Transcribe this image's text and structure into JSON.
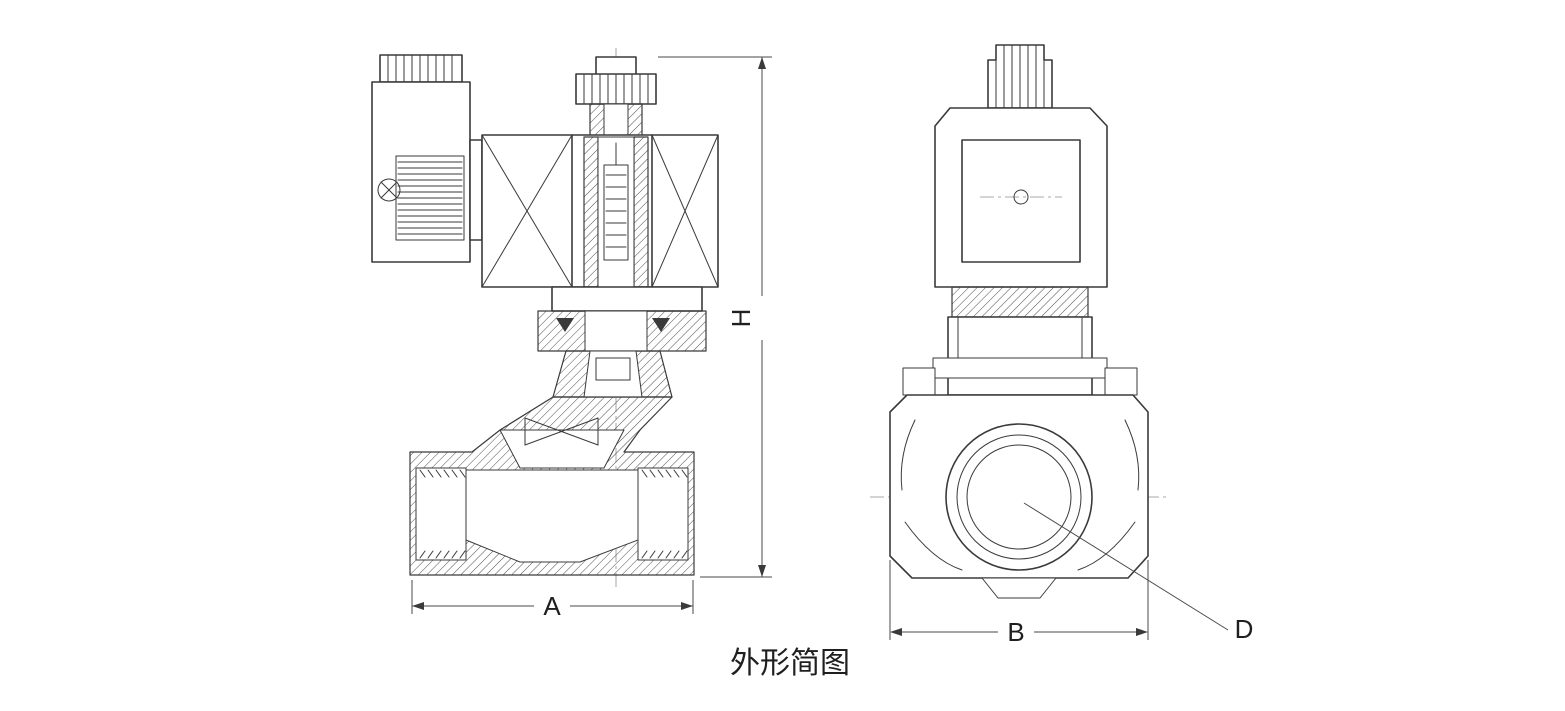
{
  "page": {
    "caption": "外形简图"
  },
  "dimensions": {
    "height": "H",
    "width_front": "A",
    "width_side": "B",
    "port_diameter": "D"
  },
  "colors": {
    "line": "#3a3a3a",
    "dim": "#4a4a4a",
    "text": "#1f1f1f",
    "background": "#ffffff"
  }
}
